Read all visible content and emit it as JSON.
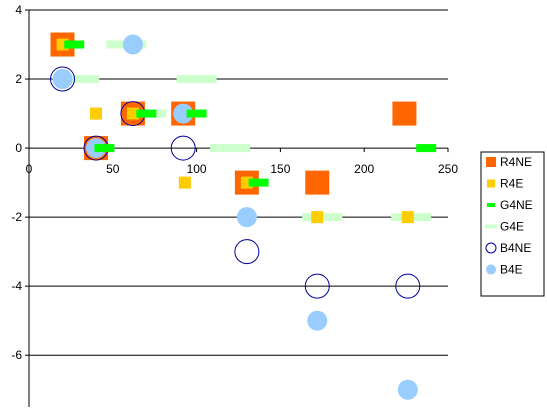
{
  "chart_data": {
    "type": "scatter",
    "title": "",
    "xlabel": "",
    "ylabel": "",
    "xlim": [
      0,
      250
    ],
    "ylim": [
      -7.5,
      4
    ],
    "x_ticks": [
      0,
      50,
      100,
      150,
      200,
      250
    ],
    "y_ticks": [
      4,
      2,
      0,
      -2,
      -4,
      -6
    ],
    "gridlines": "horizontal",
    "legend_position": "right",
    "series": [
      {
        "name": "R4NE",
        "marker": "big-square",
        "color": "#ff6600",
        "points": [
          [
            20,
            3
          ],
          [
            40,
            0
          ],
          [
            62,
            1
          ],
          [
            92,
            1
          ],
          [
            130,
            -1
          ],
          [
            172,
            -1
          ],
          [
            224,
            1
          ]
        ]
      },
      {
        "name": "R4E",
        "marker": "small-square",
        "color": "#ffcc00",
        "points": [
          [
            20,
            3
          ],
          [
            40,
            1
          ],
          [
            62,
            1
          ],
          [
            92,
            1
          ],
          [
            93,
            -1
          ],
          [
            130,
            -1
          ],
          [
            172,
            -2
          ],
          [
            226,
            -2
          ]
        ]
      },
      {
        "name": "G4NE",
        "marker": "dash",
        "color": "#00ff00",
        "points": [
          [
            27,
            3
          ],
          [
            45,
            0
          ],
          [
            70,
            1
          ],
          [
            100,
            1
          ],
          [
            137,
            -1
          ],
          [
            237,
            0
          ]
        ]
      },
      {
        "name": "G4E",
        "marker": "dash-long",
        "color": "#ccffcc",
        "points": [
          [
            30,
            2
          ],
          [
            58,
            3
          ],
          [
            70,
            1
          ],
          [
            100,
            2
          ],
          [
            120,
            0
          ],
          [
            175,
            -2
          ],
          [
            228,
            -2
          ]
        ]
      },
      {
        "name": "B4NE",
        "marker": "open-circle",
        "color": "#000099",
        "points": [
          [
            20,
            2
          ],
          [
            40,
            0
          ],
          [
            62,
            1
          ],
          [
            92,
            0
          ],
          [
            130,
            -3
          ],
          [
            172,
            -4
          ],
          [
            226,
            -4
          ]
        ]
      },
      {
        "name": "B4E",
        "marker": "filled-circle",
        "color": "#99ccff",
        "points": [
          [
            20,
            2
          ],
          [
            40,
            0
          ],
          [
            62,
            3
          ],
          [
            92,
            1
          ],
          [
            130,
            -2
          ],
          [
            172,
            -5
          ],
          [
            226,
            -7
          ]
        ]
      }
    ]
  }
}
